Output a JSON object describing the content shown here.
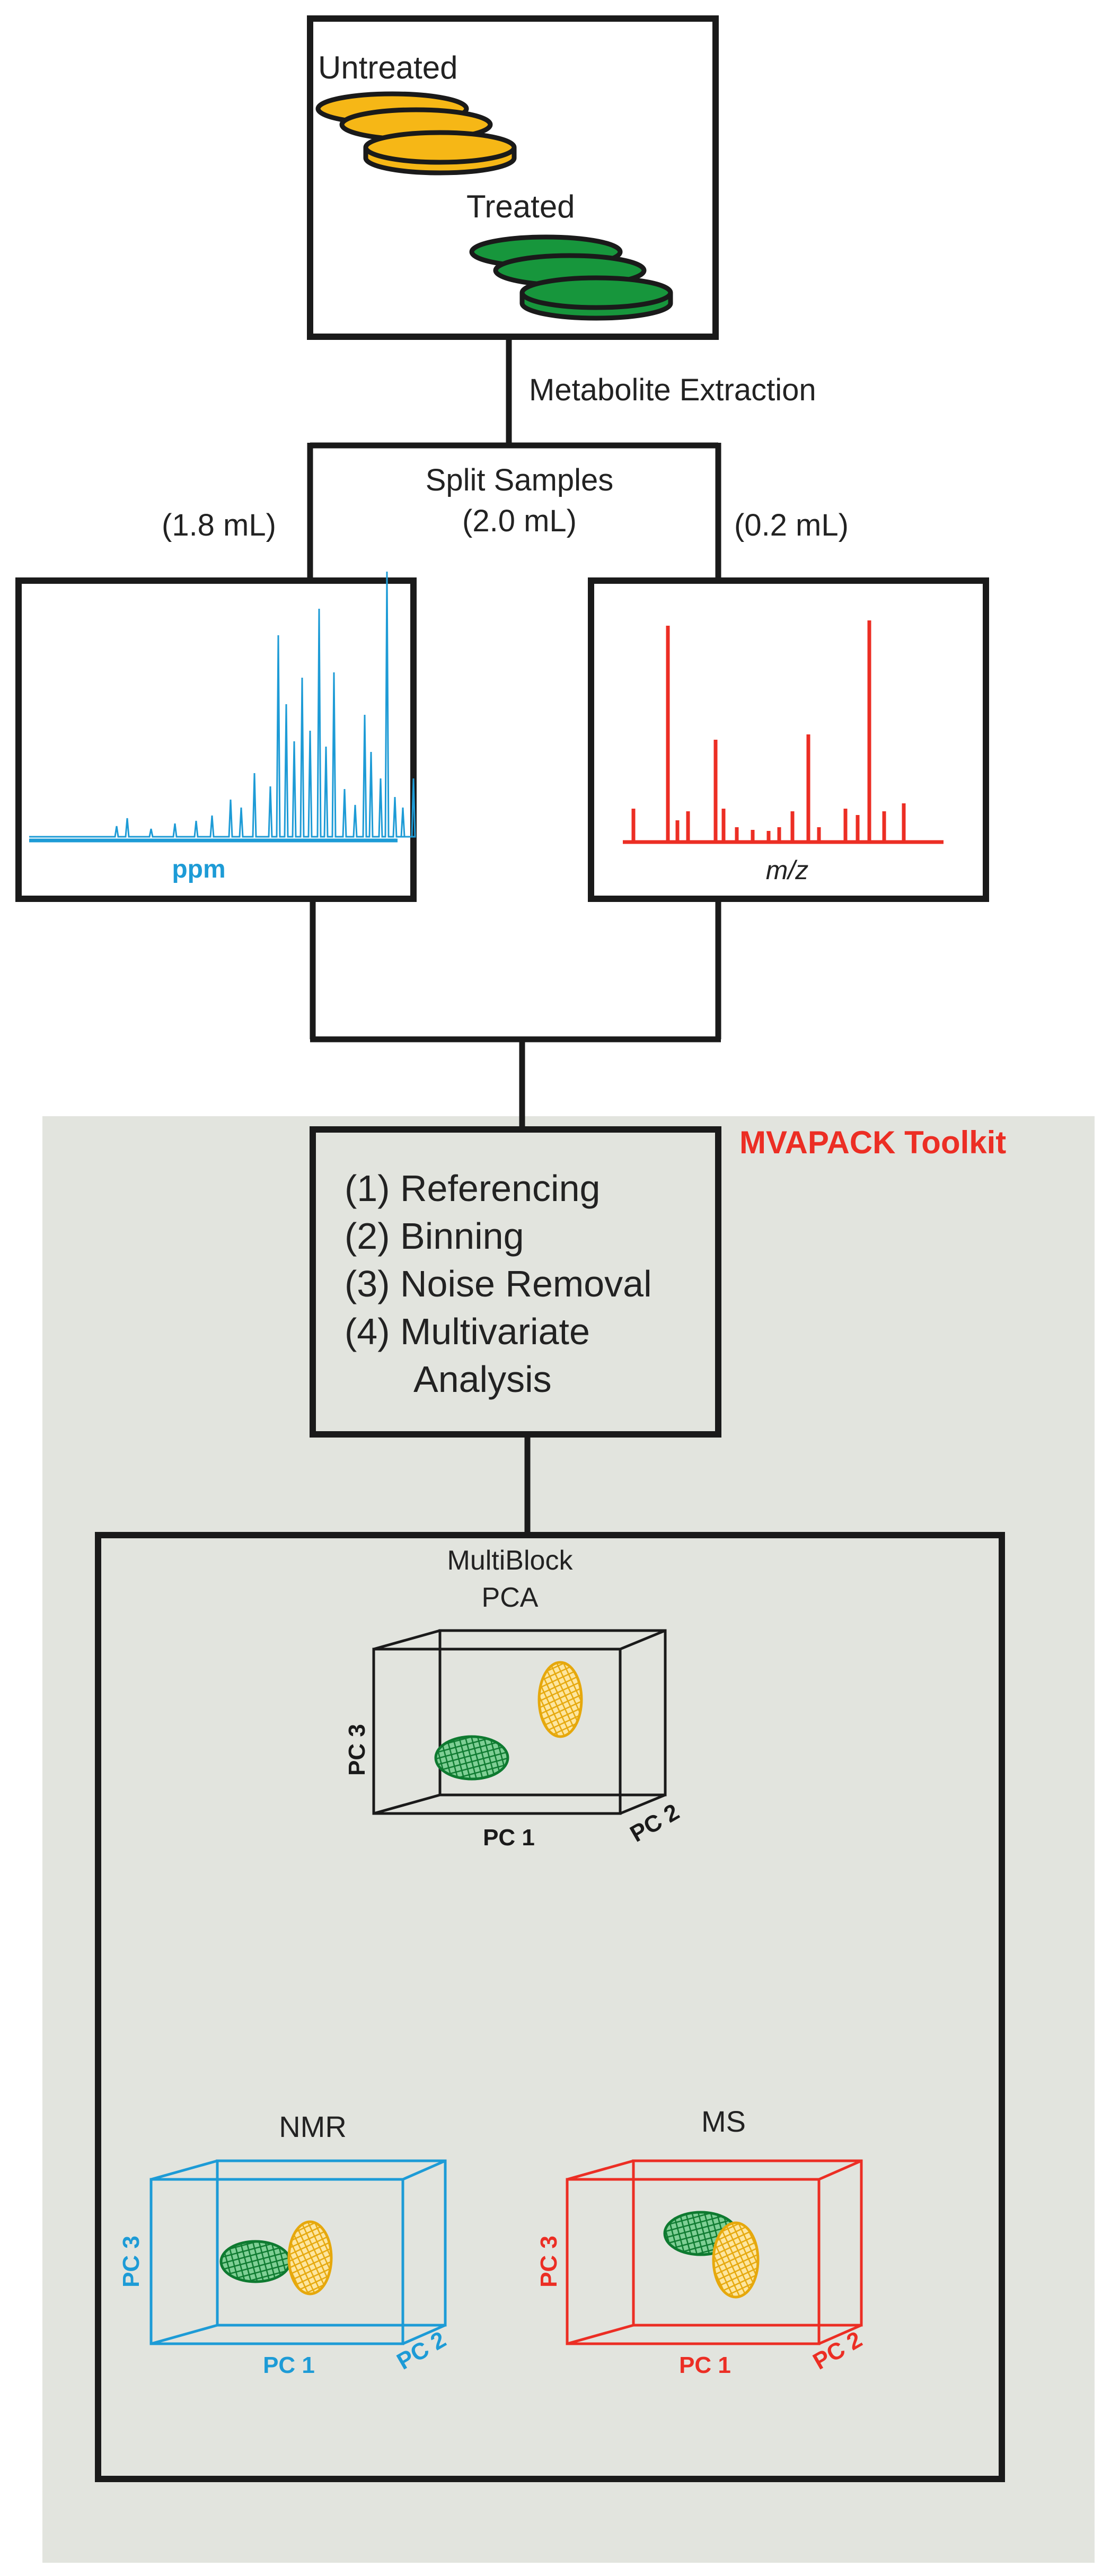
{
  "samples": {
    "untreated_label": "Untreated",
    "treated_label": "Treated"
  },
  "step_extraction": "Metabolite Extraction",
  "split": {
    "line1": "Split Samples",
    "line2": "(2.0 mL)",
    "left_volume": "(1.8 mL)",
    "right_volume": "(0.2 mL)"
  },
  "spectra": {
    "nmr_axis": "ppm",
    "ms_axis": "m/z"
  },
  "toolkit": {
    "title": "MVAPACK Toolkit",
    "steps": [
      "(1) Referencing",
      "(2) Binning",
      "(3) Noise Removal",
      "(4) Multivariate",
      "Analysis"
    ]
  },
  "multiblock": {
    "line1": "MultiBlock",
    "line2": "PCA",
    "pc1": "PC 1",
    "pc2": "PC 2",
    "pc3": "PC 3"
  },
  "nmr_block": {
    "title": "NMR",
    "pc1": "PC 1",
    "pc2": "PC 2",
    "pc3": "PC 3"
  },
  "ms_block": {
    "title": "MS",
    "pc1": "PC 1",
    "pc2": "PC 2",
    "pc3": "PC 3"
  },
  "colors": {
    "untreated": "#f6b716",
    "treated": "#17963c",
    "nmr": "#1d9bd6",
    "ms": "#ec2e24",
    "panel_bg": "#e2e4de",
    "toolkit_title": "#ec2e24"
  }
}
